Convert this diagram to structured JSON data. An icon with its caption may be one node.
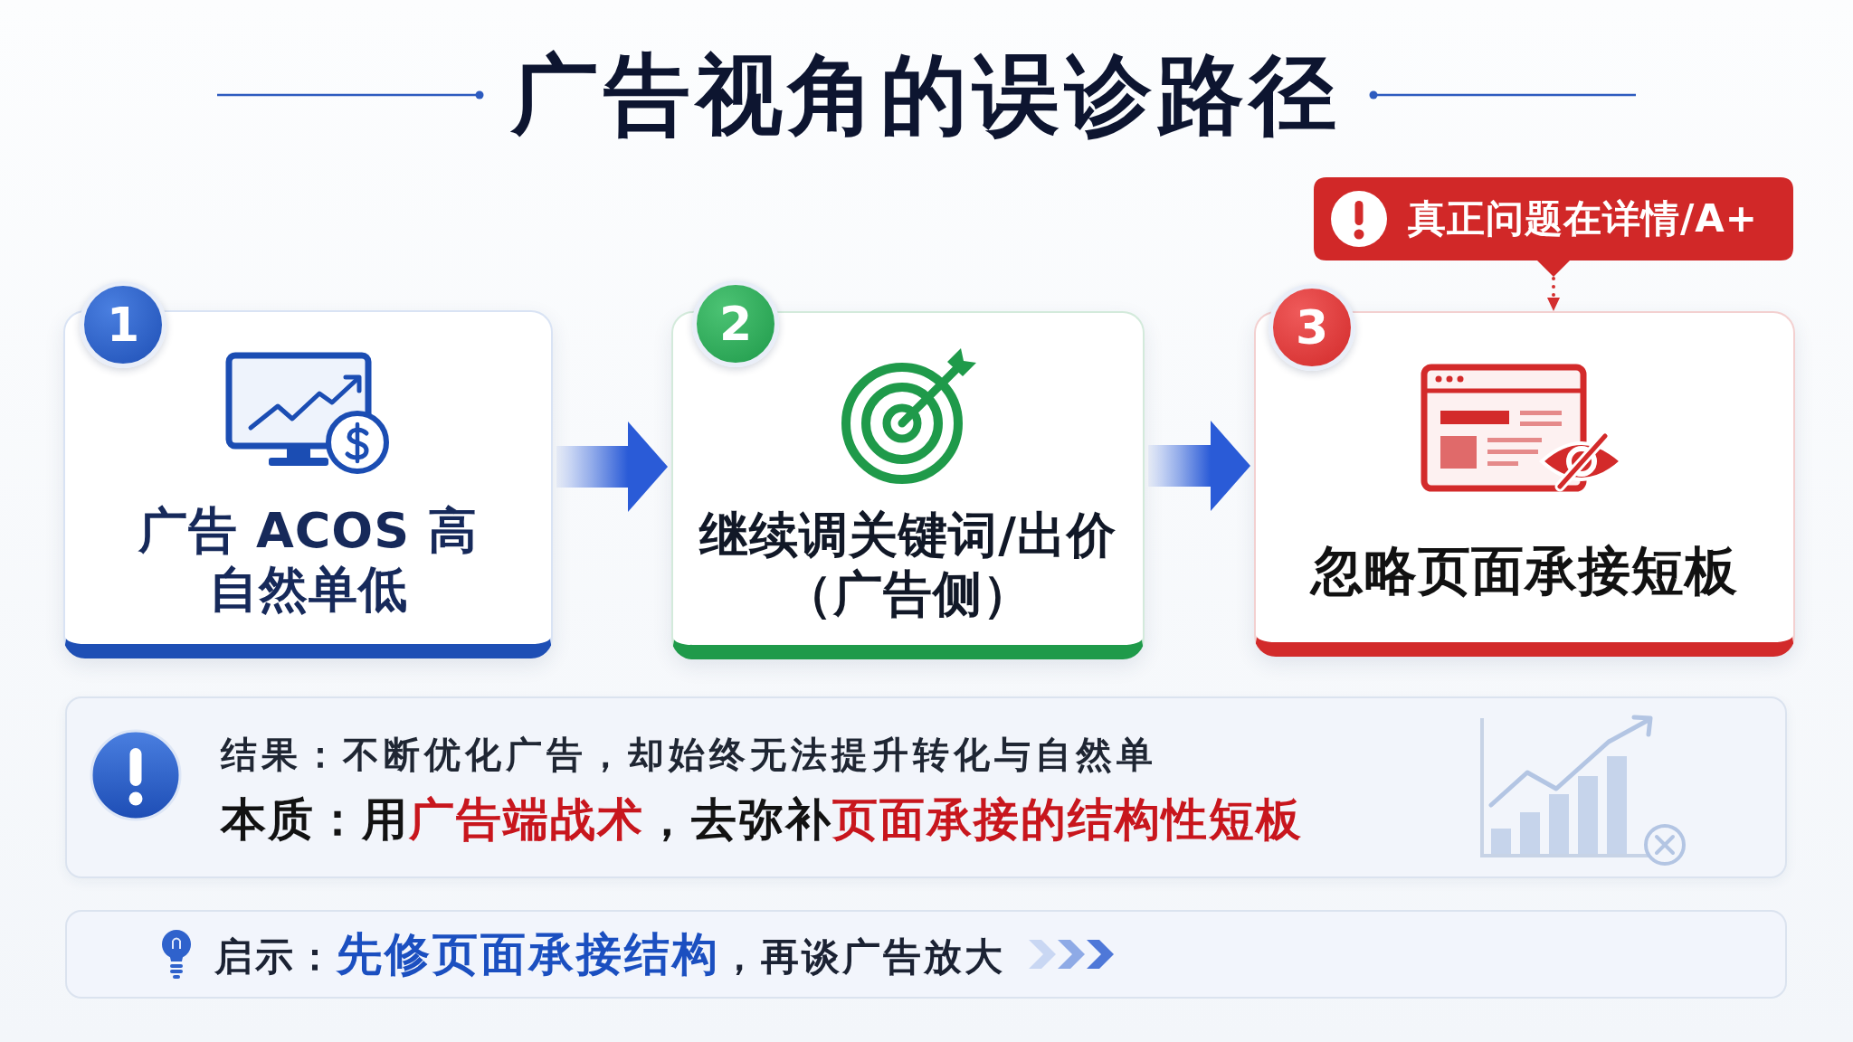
{
  "diagram": {
    "title": "广告视角的误诊路径",
    "nodes": [
      {
        "text": [
          "1"
        ]
      },
      {
        "text": [
          "广告 ACOS 高",
          "自然单低"
        ]
      },
      {
        "text": [
          "2"
        ]
      },
      {
        "text": [
          "继续调关键词/出价",
          "（广告侧）"
        ]
      },
      {
        "text": [
          "真正问题在详情/A+"
        ]
      },
      {
        "text": [
          "3"
        ]
      },
      {
        "text": [
          "忽略页面承接短板"
        ]
      },
      {
        "text": [
          "结果：不断优化广告，却始终无法提升转化与自然单",
          "本质：用**广告端战术**，去弥补**页面承接的结构性短板**"
        ]
      },
      {
        "text": [
          "启示：**先修页面承接结构**，再谈广告放大"
        ]
      }
    ],
    "edges": [
      {
        "from": 1,
        "to": 3,
        "arrow": "to",
        "style": "thick"
      },
      {
        "from": 3,
        "to": 6,
        "arrow": "to",
        "style": "thick"
      },
      {
        "from": 4,
        "to": 6,
        "arrow": "to",
        "style": "dashed",
        "color": "#d32f2f"
      }
    ]
  }
}
